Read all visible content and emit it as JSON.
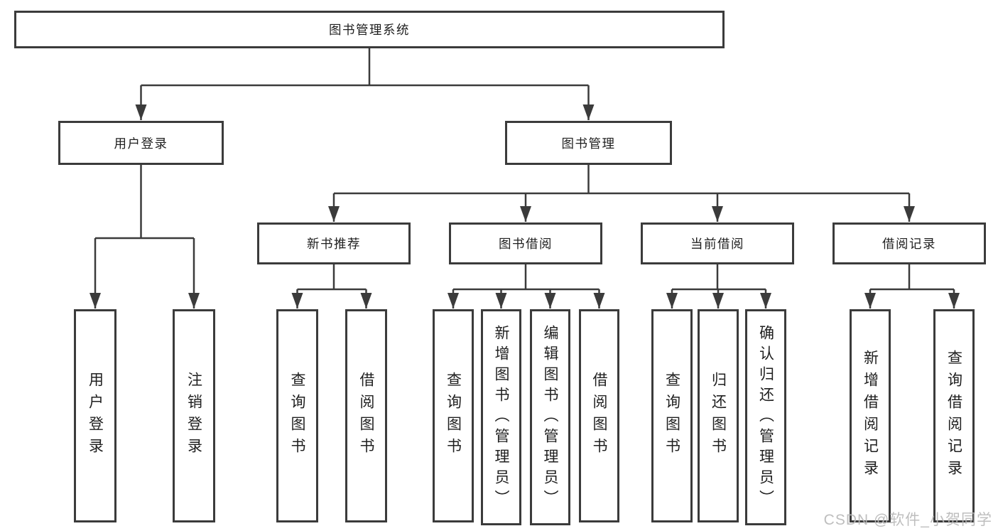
{
  "diagram": {
    "root": {
      "label": "图书管理系统"
    },
    "user_login_branch": {
      "label": "用户登录",
      "children": [
        {
          "label": "用户登录"
        },
        {
          "label": "注销登录"
        }
      ]
    },
    "book_mgmt_branch": {
      "label": "图书管理",
      "sections": [
        {
          "label": "新书推荐",
          "children": [
            {
              "label": "查询图书"
            },
            {
              "label": "借阅图书"
            }
          ]
        },
        {
          "label": "图书借阅",
          "children": [
            {
              "label": "查询图书"
            },
            {
              "label": "新增图书（管理员）"
            },
            {
              "label": "编辑图书（管理员）"
            },
            {
              "label": "借阅图书"
            }
          ]
        },
        {
          "label": "当前借阅",
          "children": [
            {
              "label": "查询图书"
            },
            {
              "label": "归还图书"
            },
            {
              "label": "确认归还（管理员）"
            }
          ]
        },
        {
          "label": "借阅记录",
          "children": [
            {
              "label": "新增借阅记录"
            },
            {
              "label": "查询借阅记录"
            }
          ]
        }
      ]
    },
    "colors": {
      "line": "#3b3b3b",
      "text": "#1f1f1f",
      "watermark": "#b9b9b9",
      "background": "#ffffff"
    }
  },
  "watermark": {
    "text": "CSDN @软件_小贺同学"
  }
}
